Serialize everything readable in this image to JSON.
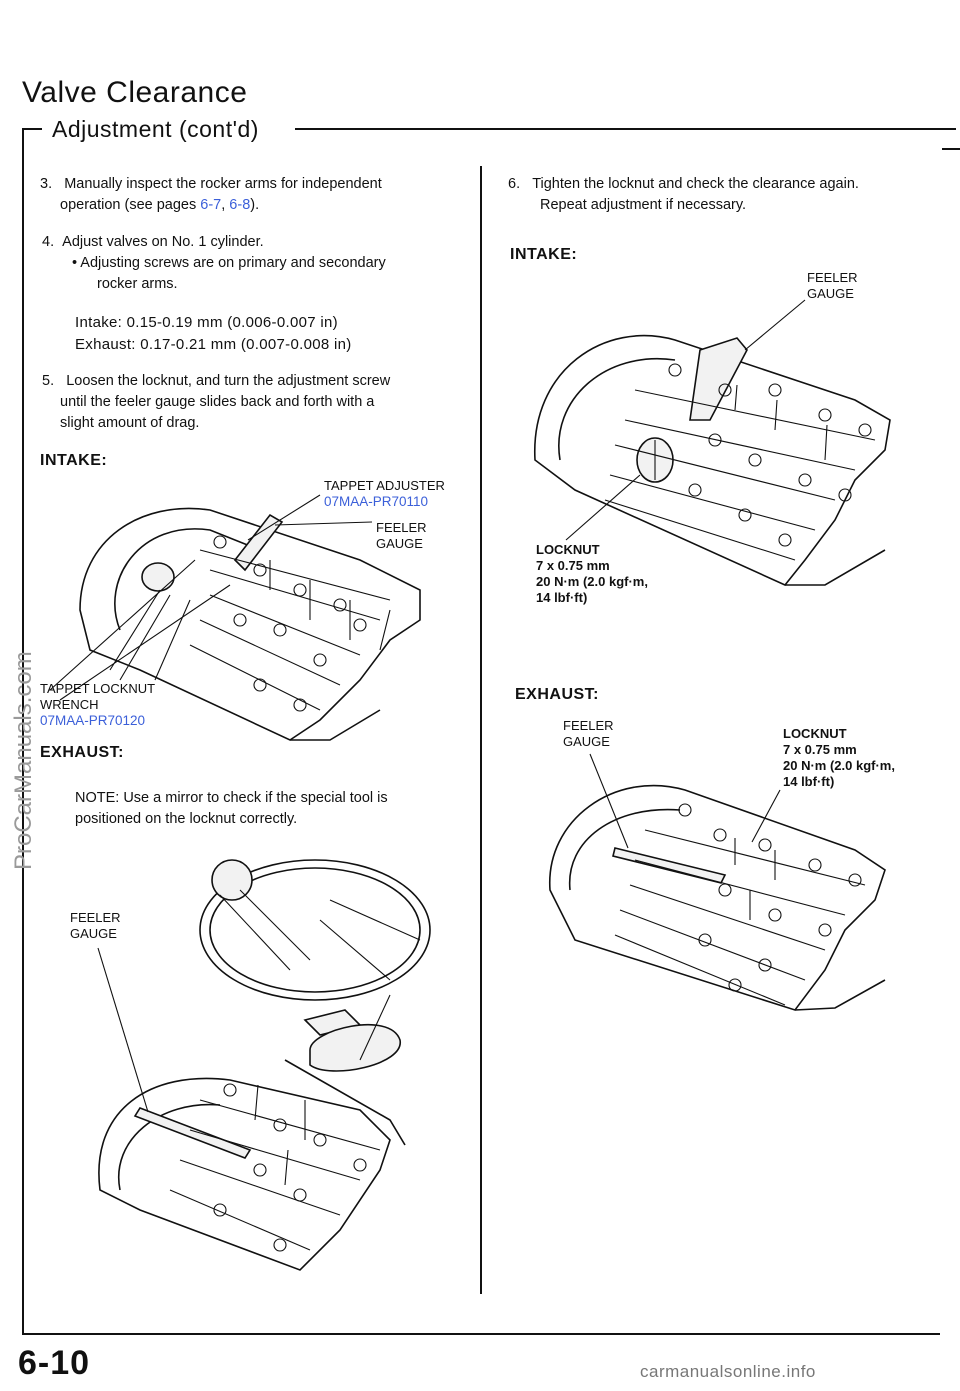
{
  "header": {
    "title": "Valve Clearance",
    "subtitle": "Adjustment (cont'd)"
  },
  "left_column": {
    "step3": {
      "number": "3.",
      "text_a": "Manually inspect the rocker arms for independent",
      "text_b": "operation (see pages ",
      "link1": "6-7",
      "sep": ", ",
      "link2": "6-8",
      "end": ")."
    },
    "step4": {
      "number": "4.",
      "text": "Adjust valves on No. 1 cylinder.",
      "bullet_a": "• Adjusting screws are on primary and secondary",
      "bullet_b": "rocker arms."
    },
    "specs": {
      "intake": "Intake:    0.15-0.19 mm (0.006-0.007 in)",
      "exhaust": "Exhaust:  0.17-0.21 mm (0.007-0.008 in)"
    },
    "step5": {
      "number": "5.",
      "line1": "Loosen the locknut, and turn the adjustment screw",
      "line2": "until the feeler gauge slides back and forth with a",
      "line3": "slight amount of drag."
    },
    "intake_heading": "INTAKE:",
    "tappet_adjuster": "TAPPET ADJUSTER",
    "tappet_adjuster_part": "07MAA-PR70110",
    "feeler_gauge_1a": "FEELER",
    "feeler_gauge_1b": "GAUGE",
    "tappet_locknut_a": "TAPPET LOCKNUT",
    "tappet_locknut_b": "WRENCH",
    "tappet_locknut_part": "07MAA-PR70120",
    "exhaust_heading": "EXHAUST:",
    "note_line1": "NOTE: Use a mirror to check if the special tool is",
    "note_line2": "positioned on the locknut correctly.",
    "feeler_gauge_2a": "FEELER",
    "feeler_gauge_2b": "GAUGE"
  },
  "right_column": {
    "step6": {
      "number": "6.",
      "line1": "Tighten the locknut and check the clearance again.",
      "line2": "Repeat adjustment if necessary."
    },
    "intake_heading": "INTAKE:",
    "feeler_gauge_a": "FEELER",
    "feeler_gauge_b": "GAUGE",
    "locknut_intake": {
      "name": "LOCKNUT",
      "size": "7 x 0.75 mm",
      "torque_a": "20 N·m (2.0 kgf·m,",
      "torque_b": "14 lbf·ft)"
    },
    "exhaust_heading": "EXHAUST:",
    "feeler_gauge_ex_a": "FEELER",
    "feeler_gauge_ex_b": "GAUGE",
    "locknut_exhaust": {
      "name": "LOCKNUT",
      "size": "7 x 0.75 mm",
      "torque_a": "20 N·m (2.0 kgf·m,",
      "torque_b": "14 lbf·ft)"
    }
  },
  "footer": {
    "page_number": "6-10",
    "site": "carmanualsonline.info",
    "watermark": "ProCarManuals.com"
  },
  "colors": {
    "link": "#3b5fd9",
    "text": "#111111"
  }
}
